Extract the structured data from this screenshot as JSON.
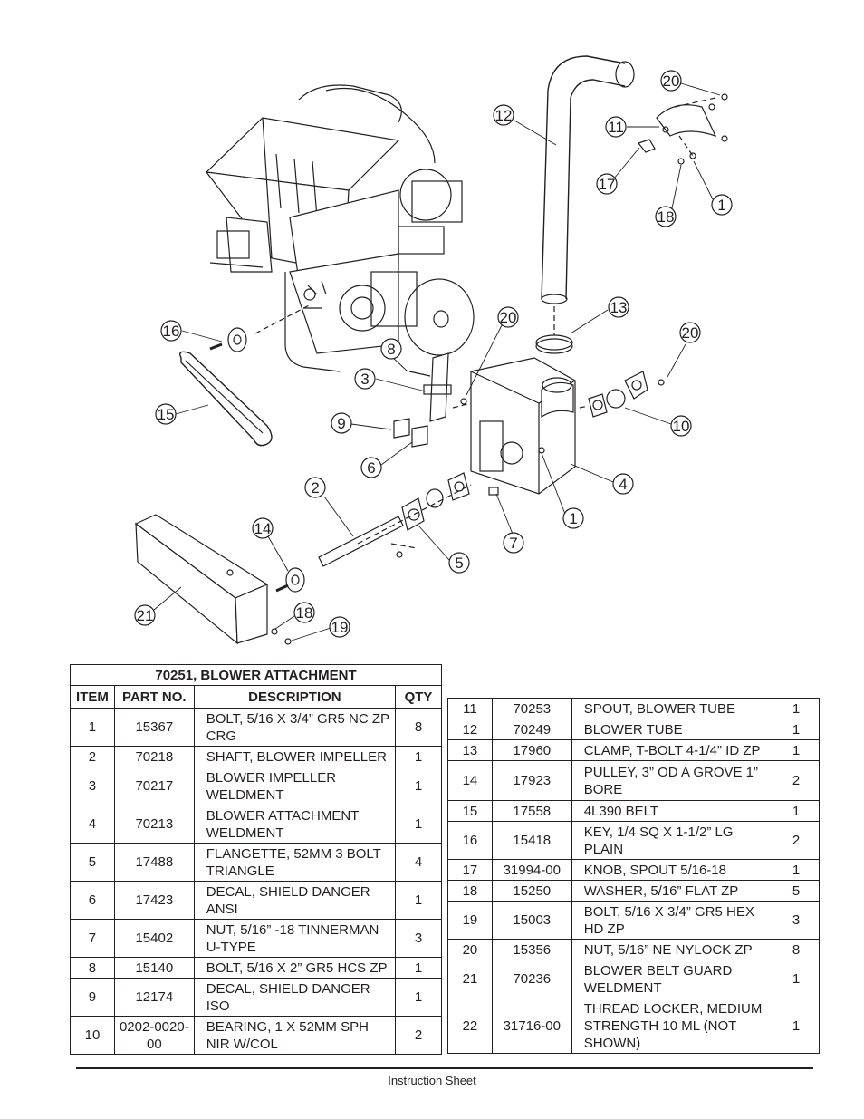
{
  "callouts": [
    "20",
    "12",
    "11",
    "17",
    "18",
    "1",
    "16",
    "13",
    "20",
    "20",
    "8",
    "3",
    "15",
    "9",
    "10",
    "6",
    "4",
    "2",
    "1",
    "14",
    "7",
    "5",
    "21",
    "18",
    "19"
  ],
  "left_table": {
    "title": "70251, BLOWER ATTACHMENT",
    "headers": [
      "ITEM",
      "PART NO.",
      "DESCRIPTION",
      "QTY"
    ],
    "rows": [
      {
        "item": "1",
        "part": "15367",
        "desc": "BOLT, 5/16 X 3/4” GR5 NC ZP CRG",
        "qty": "8"
      },
      {
        "item": "2",
        "part": "70218",
        "desc": "SHAFT, BLOWER IMPELLER",
        "qty": "1"
      },
      {
        "item": "3",
        "part": "70217",
        "desc": "BLOWER IMPELLER WELDMENT",
        "qty": "1"
      },
      {
        "item": "4",
        "part": "70213",
        "desc": "BLOWER ATTACHMENT WELDMENT",
        "qty": "1"
      },
      {
        "item": "5",
        "part": "17488",
        "desc": "FLANGETTE, 52MM 3 BOLT TRIANGLE",
        "qty": "4"
      },
      {
        "item": "6",
        "part": "17423",
        "desc": "DECAL, SHIELD DANGER ANSI",
        "qty": "1"
      },
      {
        "item": "7",
        "part": "15402",
        "desc": "NUT, 5/16” -18 TINNERMAN U-TYPE",
        "qty": "3"
      },
      {
        "item": "8",
        "part": "15140",
        "desc": "BOLT, 5/16 X 2” GR5 HCS ZP",
        "qty": "1"
      },
      {
        "item": "9",
        "part": "12174",
        "desc": "DECAL, SHIELD DANGER ISO",
        "qty": "1"
      },
      {
        "item": "10",
        "part": "0202-0020-00",
        "desc": "BEARING, 1 X 52MM SPH NIR W/COL",
        "qty": "2"
      }
    ]
  },
  "right_table": {
    "rows": [
      {
        "item": "11",
        "part": "70253",
        "desc": "SPOUT, BLOWER TUBE",
        "qty": "1"
      },
      {
        "item": "12",
        "part": "70249",
        "desc": "BLOWER TUBE",
        "qty": "1"
      },
      {
        "item": "13",
        "part": "17960",
        "desc": "CLAMP, T-BOLT 4-1/4” ID ZP",
        "qty": "1"
      },
      {
        "item": "14",
        "part": "17923",
        "desc": "PULLEY, 3” OD A GROVE 1” BORE",
        "qty": "2"
      },
      {
        "item": "15",
        "part": "17558",
        "desc": "4L390 BELT",
        "qty": "1"
      },
      {
        "item": "16",
        "part": "15418",
        "desc": "KEY, 1/4 SQ X 1-1/2” LG PLAIN",
        "qty": "2"
      },
      {
        "item": "17",
        "part": "31994-00",
        "desc": "KNOB, SPOUT 5/16-18",
        "qty": "1"
      },
      {
        "item": "18",
        "part": "15250",
        "desc": "WASHER, 5/16” FLAT ZP",
        "qty": "5"
      },
      {
        "item": "19",
        "part": "15003",
        "desc": "BOLT, 5/16 X 3/4” GR5 HEX HD ZP",
        "qty": "3"
      },
      {
        "item": "20",
        "part": "15356",
        "desc": "NUT, 5/16” NE NYLOCK ZP",
        "qty": "8"
      },
      {
        "item": "21",
        "part": "70236",
        "desc": "BLOWER BELT GUARD WELDMENT",
        "qty": "1"
      },
      {
        "item": "22",
        "part": "31716-00",
        "desc": "THREAD LOCKER, MEDIUM STRENGTH 10 ML (NOT SHOWN)",
        "qty": "1"
      }
    ]
  },
  "footer": "Instruction Sheet"
}
